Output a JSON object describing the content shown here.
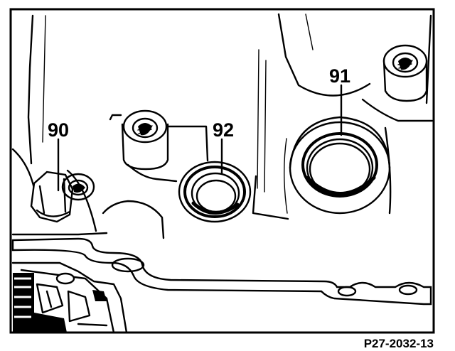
{
  "figure": {
    "callouts": [
      {
        "id": "90",
        "text": "90"
      },
      {
        "id": "92",
        "text": "92"
      },
      {
        "id": "91",
        "text": "91"
      }
    ],
    "reference_code": "P27-2032-13"
  }
}
